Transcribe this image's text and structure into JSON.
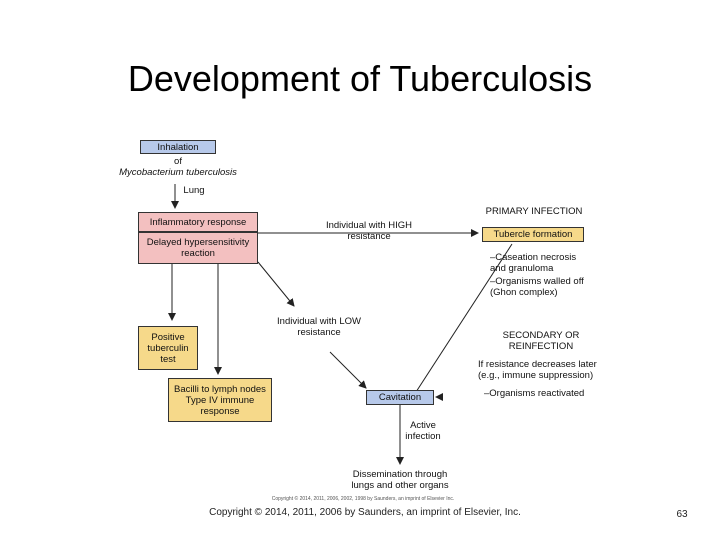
{
  "title": "Development of Tuberculosis",
  "nodes": {
    "inhalation": "Inhalation",
    "of": "of",
    "myco": "Mycobacterium tuberculosis",
    "lung": "Lung",
    "inflammatory": "Inflammatory response",
    "delayed": "Delayed hypersensitivity reaction",
    "positive_test": "Positive tuberculin test",
    "bacilli": "Bacilli to lymph nodes Type IV immune response",
    "high_res": "Individual with HIGH resistance",
    "low_res": "Individual with LOW resistance",
    "primary_infection": "PRIMARY INFECTION",
    "tubercle": "Tubercle formation",
    "caseation": "–Caseation necrosis and granuloma",
    "walled": "–Organisms walled off (Ghon complex)",
    "secondary": "SECONDARY OR REINFECTION",
    "if_resistance": "If resistance decreases later (e.g., immune suppression)",
    "reactivated": "–Organisms reactivated",
    "cavitation": "Cavitation",
    "active": "Active infection",
    "dissemination": "Dissemination through lungs and other organs"
  },
  "figure_copyright": "Copyright © 2014, 2011, 2006, 2002, 1998 by Saunders, an imprint of Elsevier Inc.",
  "footer": {
    "copyright": "Copyright © 2014, 2011, 2006 by Saunders, an imprint of Elsevier, Inc.",
    "page": "63"
  },
  "colors": {
    "blue_box": "#b7c9ea",
    "pink_box": "#f3c0c0",
    "orange_box": "#f6d98a"
  }
}
